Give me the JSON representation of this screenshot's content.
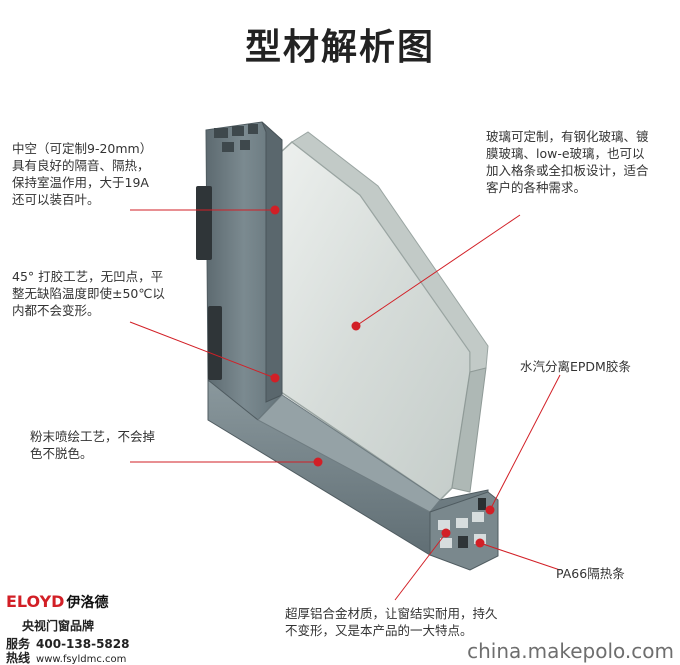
{
  "title": "型材解析图",
  "annotations": {
    "hollow": "中空（可定制9-20mm）\n具有良好的隔音、隔热，\n保持室温作用，大于19A\n还可以装百叶。",
    "glass": "玻璃可定制，有钢化玻璃、镀\n膜玻璃、low-e玻璃，也可以\n加入格条或全扣板设计，适合\n客户的各种需求。",
    "glue": "45° 打胶工艺，无凹点，平\n整无缺陷温度即使±50℃以\n内都不会变形。",
    "epdm": "水汽分离EPDM胶条",
    "powder": "粉末喷绘工艺，不会掉\n色不脱色。",
    "pa66": "PA66隔热条",
    "alloy": "超厚铝合金材质，让窗结实耐用，持久\n不变形，又是本产品的一大特点。"
  },
  "brand": {
    "logo_letters": "ELOYD",
    "logo_cn": "伊洛德",
    "slogan": "央视门窗品牌",
    "service_label": "服务",
    "service_phone": "400-138-5828",
    "hotline_label": "热线",
    "website": "www.fsyldmc.com"
  },
  "watermark": "china.makepolo.com",
  "colors": {
    "accent_red": "#d21f26",
    "frame_gray": "#6b7a80",
    "glass_tint": "#d9dfdc"
  }
}
